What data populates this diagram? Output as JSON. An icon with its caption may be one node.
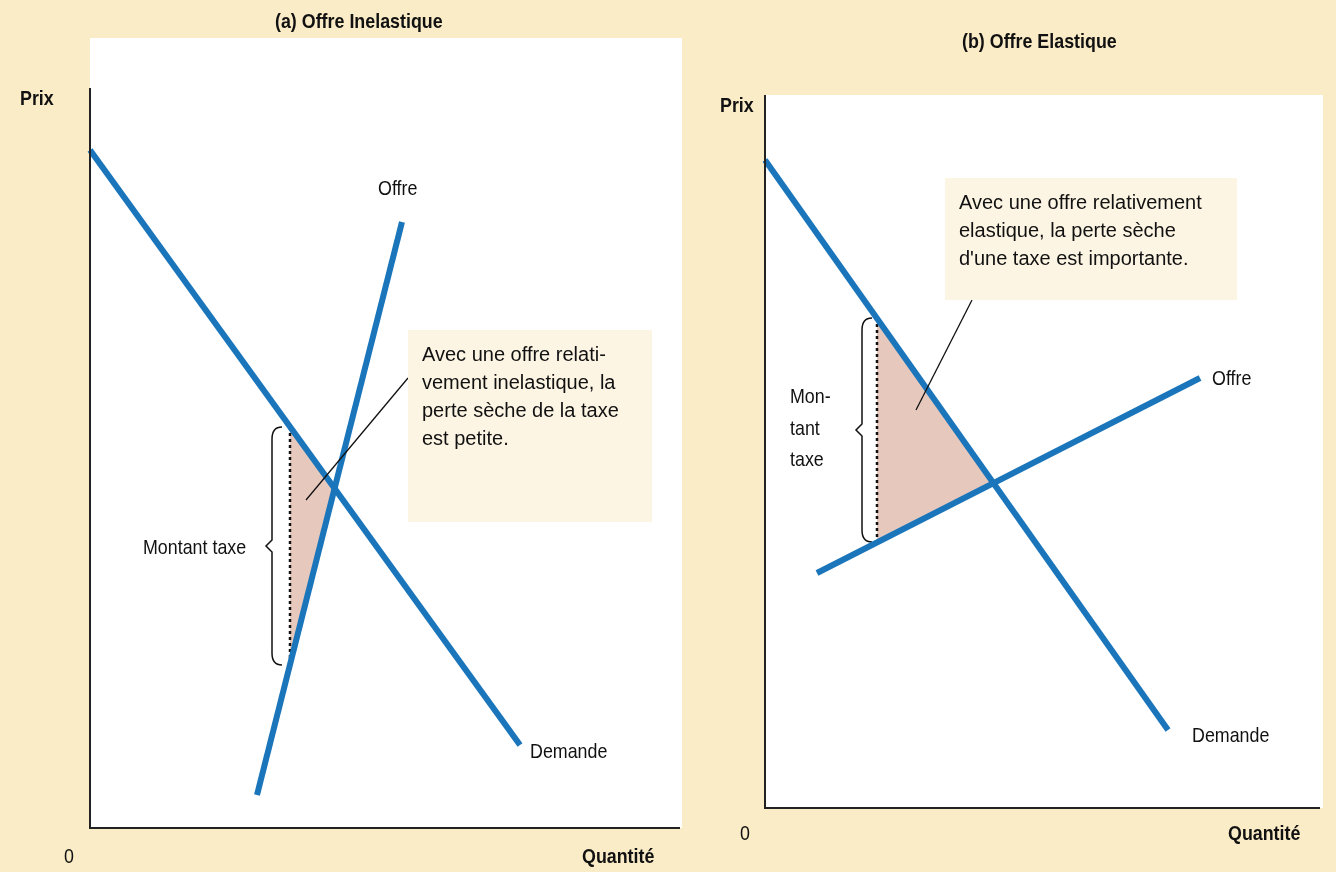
{
  "diagram": {
    "nodes": [
      {
        "text": [
          "Avec une offre relati- vement inelastique, la perte sèche de la taxe est petite."
        ]
      },
      {
        "text": [],
        "shape": "triangle"
      },
      {
        "text": [
          "Avec une offre relativement elastique, la perte sèche d'une taxe est importante."
        ]
      },
      {
        "text": [],
        "shape": "triangle"
      }
    ],
    "edges": [
      {
        "from": 0,
        "to": 1,
        "arrow": "none"
      },
      {
        "from": 2,
        "to": 3,
        "arrow": "none"
      }
    ],
    "labels": [
      "(a) Offre Inelastique",
      "Prix",
      "Offre",
      "Montant taxe",
      "Demande",
      "0",
      "Quantité",
      "(b) Offre Elastique",
      "Prix",
      "Offre",
      "Mon- tant taxe",
      "Demande",
      "0",
      "Quantité"
    ]
  }
}
